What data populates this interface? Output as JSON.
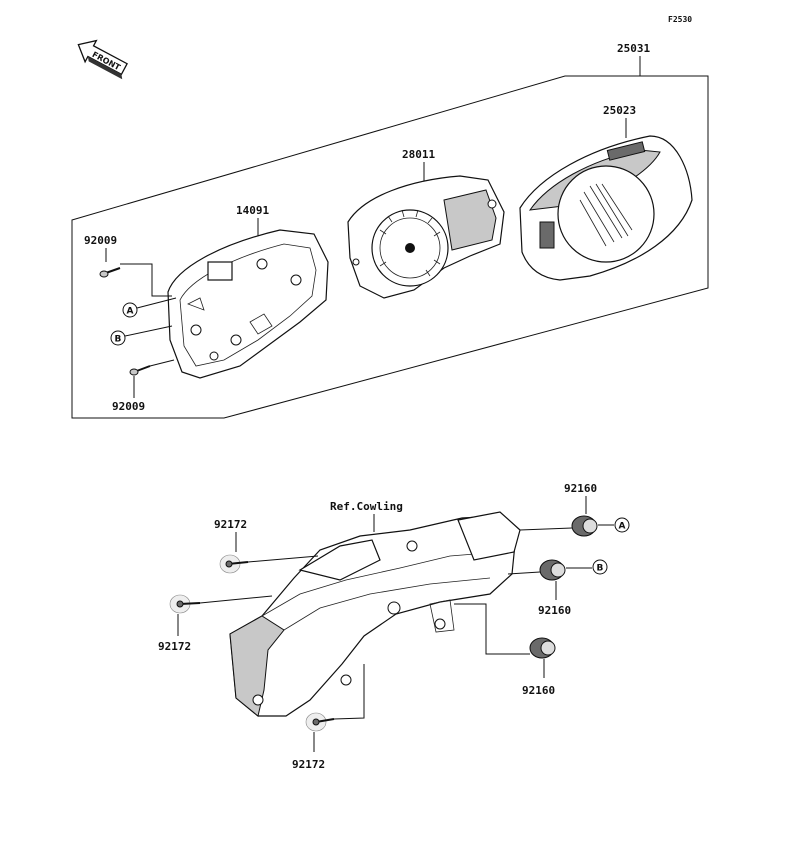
{
  "figure_code": "F2530",
  "front_arrow_label": "FRONT",
  "reference_text": "Ref.Cowling",
  "callout_markers": {
    "a": "A",
    "b": "B"
  },
  "part_labels": {
    "p25031": "25031",
    "p25023": "25023",
    "p28011": "28011",
    "p14091": "14091",
    "p92009_top": "92009",
    "p92009_bottom": "92009",
    "p92160_a": "92160",
    "p92160_b": "92160",
    "p92160_c": "92160",
    "p92172_top": "92172",
    "p92172_mid": "92172",
    "p92172_bottom": "92172"
  }
}
